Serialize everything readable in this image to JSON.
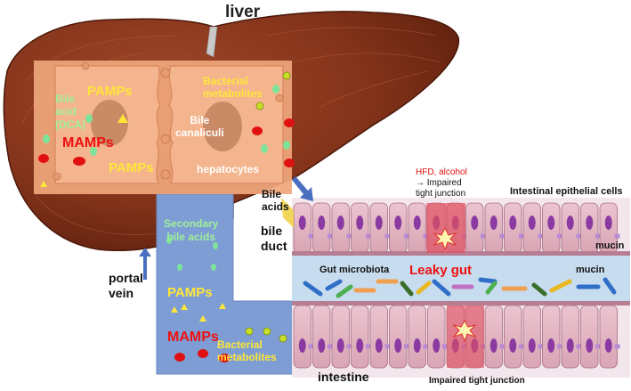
{
  "labels": {
    "liver": "liver",
    "pamps_top": "PAMPs",
    "bile_acid_dca": "Bile\nacid\n(DCA)",
    "mamps_top": "MAMPs",
    "pamps_mid": "PAMPs",
    "bile_canaliculi": "Bile\ncanaliculi",
    "bacterial_metabolites_top": "Bacterial\nmetabolites",
    "hepatocytes": "hepatocytes",
    "bile_acids": "Bile\nacids",
    "bile_duct": "bile\nduct",
    "hfd_alcohol": "HFD, alcohol",
    "impaired_tight_junction_top": "→ Impaired\ntight junction",
    "intestinal_epithelial_cells": "Intestinal epithelial cells",
    "mucin_right": "mucin",
    "mucin_left": "mucin",
    "gut_microbiota": "Gut microbiota",
    "leaky_gut": "Leaky gut",
    "secondary_bile_acids": "Secondary\nbile acids",
    "pamps_low": "PAMPs",
    "mamps_low": "MAMPs",
    "bacterial_metabolites_low": "Bacterial\nmetabolites",
    "portal_vein": "portal\nvein",
    "intestine": "intestine",
    "impaired_tight_junction_bottom": "Impaired tight junction"
  },
  "colors": {
    "liver": "#7a2a14",
    "liver_highlight": "#a85236",
    "hepatocyte": "#f0a77c",
    "hepatocyte_nucleus": "#c98a66",
    "portal_blue": "#7d9dd4",
    "lumen": "#c7dcee",
    "epithelial_cell": "#e2b6c3",
    "nucleus": "#8a3aa0",
    "leaky_red": "#e05060",
    "pamps": "#ffe63a",
    "mamps": "#e01010",
    "bile_acid": "#7ee39a",
    "arrow": "#4a6fc0"
  }
}
